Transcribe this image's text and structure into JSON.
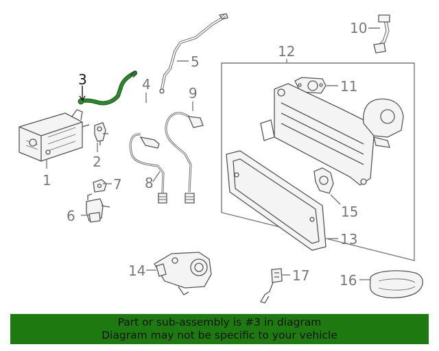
{
  "diagram": {
    "highlight_color": "#2f8a2f",
    "callouts": [
      "1",
      "2",
      "3",
      "4",
      "5",
      "6",
      "7",
      "8",
      "9",
      "10",
      "11",
      "12",
      "13",
      "14",
      "15",
      "16",
      "17"
    ],
    "highlighted_callout": "3"
  },
  "banner": {
    "background": "#1e7a10",
    "line1": "Part or sub-assembly is #3 in diagram",
    "line2": "Diagram may not be specific to your vehicle"
  }
}
